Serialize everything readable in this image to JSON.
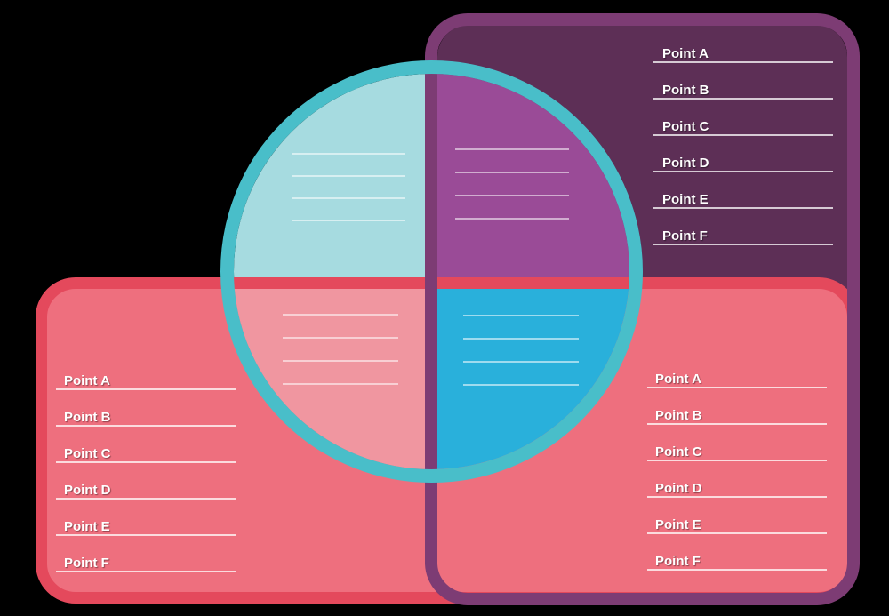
{
  "diagram": {
    "type": "four-quadrant-circle-venn-comparison",
    "colors": {
      "background": "#000000",
      "ring_teal": "#49BEC9",
      "quadrant_top_left": "#A6DBE0",
      "quadrant_top_right": "#9A4B97",
      "quadrant_bottom_left": "#F096A0",
      "quadrant_bottom_right": "#29B0DB",
      "purple_panel_fill": "#5D2F56",
      "purple_panel_border": "#7D3C74",
      "red_panel_fill": "#EE6F7E",
      "red_panel_border": "#E4495C",
      "label_text": "#FFFFFF"
    }
  },
  "panels": {
    "top_right": {
      "points": [
        "Point A",
        "Point B",
        "Point C",
        "Point D",
        "Point E",
        "Point F"
      ]
    },
    "bottom_left": {
      "points": [
        "Point A",
        "Point B",
        "Point C",
        "Point D",
        "Point E",
        "Point F"
      ]
    },
    "bottom_right": {
      "points": [
        "Point A",
        "Point B",
        "Point C",
        "Point D",
        "Point E",
        "Point F"
      ]
    }
  }
}
